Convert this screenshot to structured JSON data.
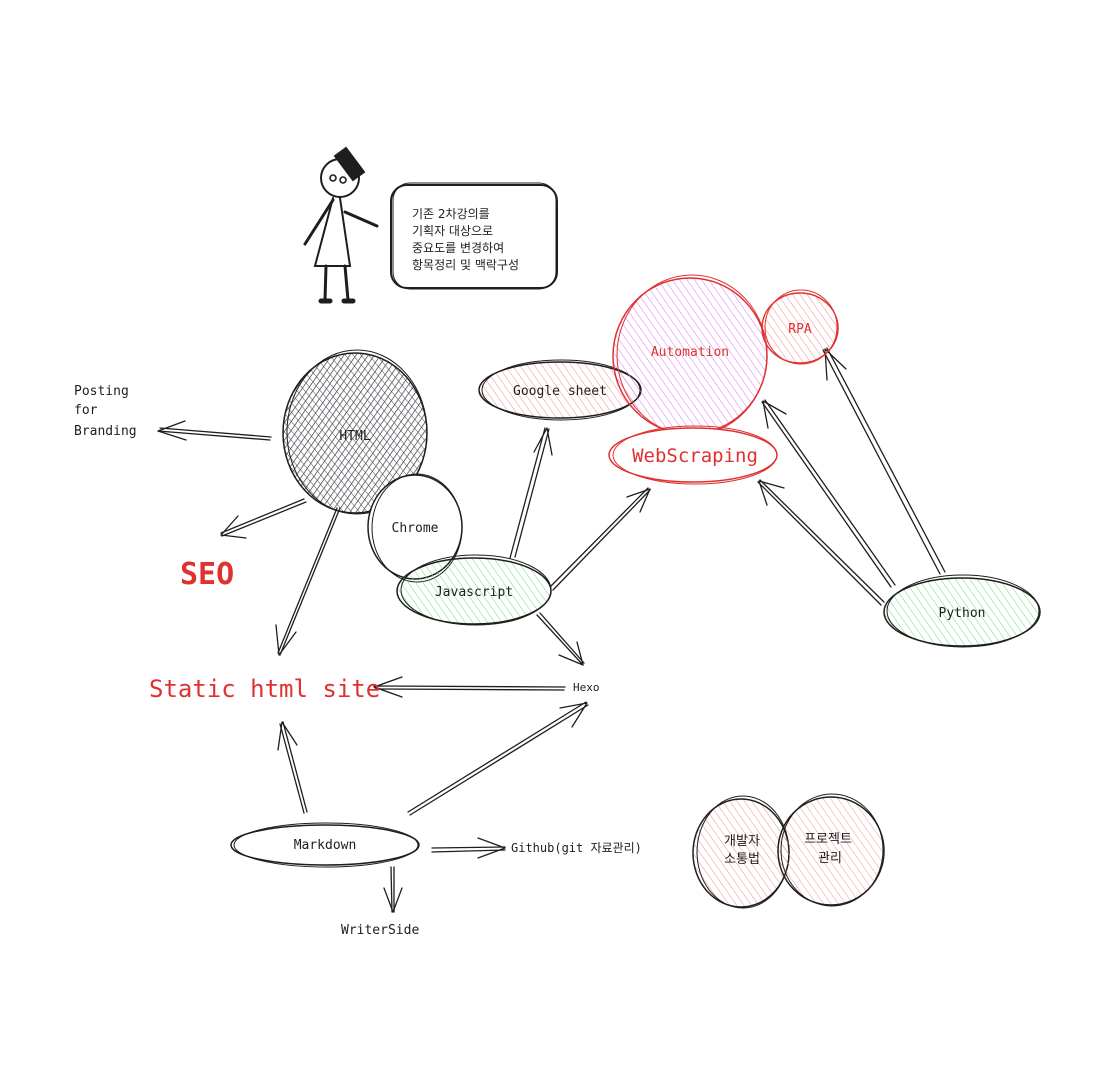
{
  "speech_bubble": {
    "lines": [
      "기존 2차강의를",
      "기획자 대상으로",
      "중요도를 변경하여",
      "항목정리 및 맥락구성"
    ]
  },
  "nodes": {
    "html": "HTML",
    "chrome": "Chrome",
    "javascript": "Javascript",
    "google_sheet": "Google sheet",
    "automation": "Automation",
    "rpa": "RPA",
    "webscraping": "WebScraping",
    "python": "Python",
    "markdown": "Markdown",
    "hexo": "Hexo",
    "github": "Github(git 자료관리)",
    "writerside": "WriterSide",
    "posting_branding": [
      "Posting",
      "for",
      "Branding"
    ],
    "seo": "SEO",
    "static_site": "Static html site",
    "dev_communication": [
      "개발자",
      "소통법"
    ],
    "project_management": [
      "프로젝트",
      "관리"
    ]
  },
  "colors": {
    "ink": "#1e1e1e",
    "red_text": "#e03131",
    "pink_fill": "#ffc9c9",
    "green_fill": "#b2f2bb",
    "violet_fill": "#eebefa",
    "gray_fill": "#495057"
  }
}
